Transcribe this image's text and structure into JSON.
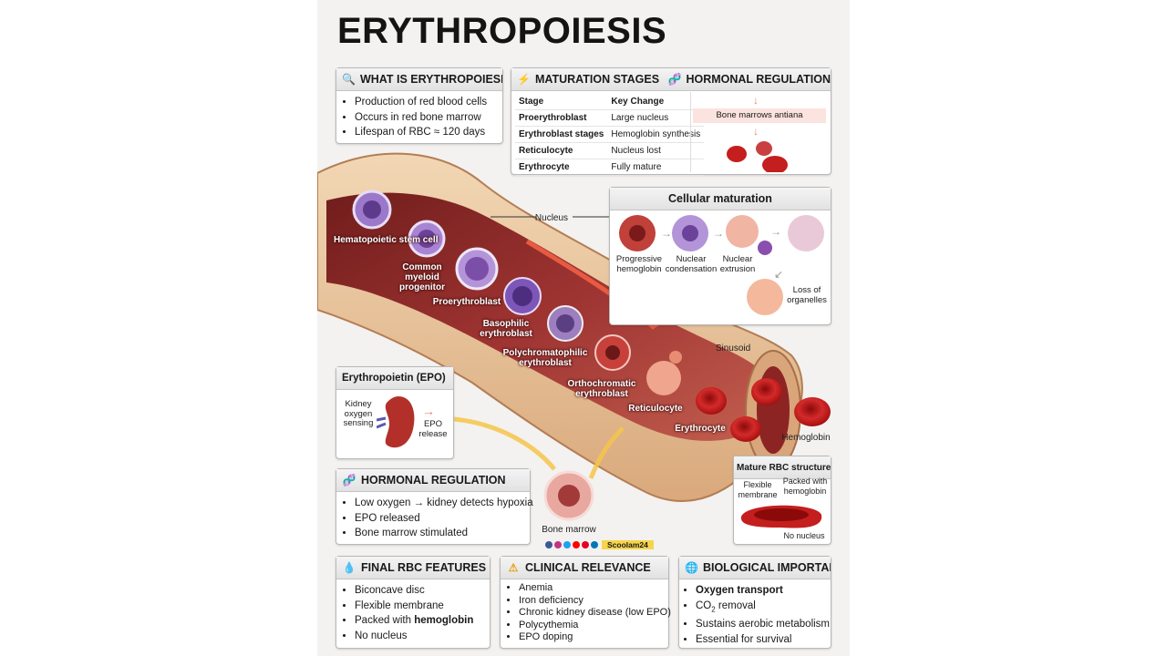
{
  "title": "ERYTHROPOIESIS",
  "what_is": {
    "heading": "WHAT IS ERYTHROPOIESIS?",
    "items": [
      "Production of red blood cells",
      "Occurs in red bone marrow",
      "Lifespan of RBC ≈ 120 days"
    ]
  },
  "maturation": {
    "heading": "MATURATION STAGES",
    "col_stage": "Stage",
    "col_change": "Key Change",
    "rows": [
      {
        "stage": "Proerythroblast",
        "change": "Large nucleus"
      },
      {
        "stage": "Erythroblast stages",
        "change": "Hemoglobin synthesis"
      },
      {
        "stage": "Reticulocyte",
        "change": "Nucleus lost"
      },
      {
        "stage": "Erythrocyte",
        "change": "Fully mature"
      }
    ]
  },
  "hormonal_top": {
    "heading": "HORMONAL REGULATION",
    "note": "Bone marrows antiana"
  },
  "cellular": {
    "heading": "Cellular maturation",
    "labels": [
      "Progressive hemoglobin",
      "Nuclear condensation",
      "Nuclear extrusion",
      "Loss of organelles"
    ]
  },
  "bone_labels": {
    "stem": "Hematopoietic stem cell",
    "progenitor": "Common myeloid progenitor",
    "proery": "Proerythroblast",
    "baso": "Basophilic erythroblast",
    "poly": "Polychromatophilic erythroblast",
    "ortho": "Orthochromatic erythroblast",
    "retic": "Reticulocyte",
    "erythro": "Erythrocyte",
    "hemoglobin": "Hemoglobin",
    "sinusoid": "Sinusoid",
    "nucleus": "Nucleus",
    "bone_marrow": "Bone marrow"
  },
  "epo": {
    "heading": "Erythropoietin (EPO)",
    "kidney": "Kidney oxygen sensing",
    "release": "EPO release"
  },
  "hormonal": {
    "heading": "HORMONAL REGULATION",
    "items": [
      "Low oxygen → kidney detects hypoxia",
      "EPO released",
      "Bone marrow stimulated"
    ]
  },
  "mature_rbc": {
    "heading": "Mature RBC structure",
    "membrane": "Flexible membrane",
    "packed": "Packed with hemoglobin",
    "no_nucleus": "No nucleus"
  },
  "watermark": "Scoolam24",
  "final": {
    "heading": "FINAL RBC FEATURES",
    "items": [
      "Biconcave disc",
      "Flexible membrane",
      "Packed with ",
      "No nucleus"
    ],
    "bold_word": "hemoglobin"
  },
  "clinical": {
    "heading": "CLINICAL RELEVANCE",
    "items": [
      "Anemia",
      "Iron deficiency",
      "Chronic kidney disease (low EPO)",
      "Polycythemia",
      "EPO doping"
    ]
  },
  "bio": {
    "heading": "BIOLOGICAL IMPORTANCE",
    "items": [
      "Oxygen transport",
      "removal",
      "Sustains aerobic metabolism",
      "Essential for survival"
    ],
    "co2": "CO",
    "co2_sub": "2"
  },
  "colors": {
    "blood": "#b81c1c",
    "bone": "#eccba3",
    "marrow": "#8c2424",
    "purple": "#7d4fae"
  }
}
